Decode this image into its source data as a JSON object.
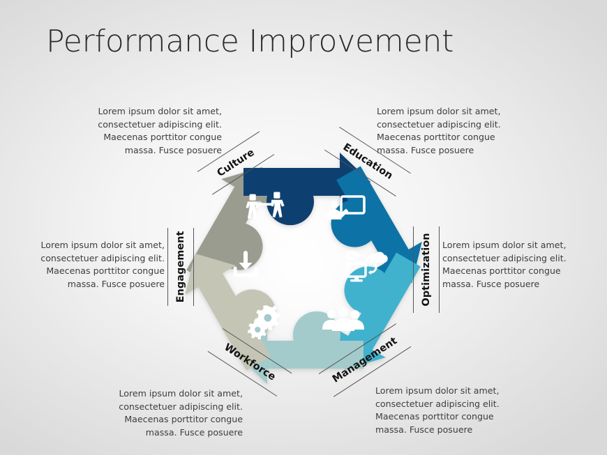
{
  "slide": {
    "title": "Performance Improvement",
    "background_color": "#f2f2f2"
  },
  "body_text": "Lorem ipsum dolor sit amet, consectetuer adipiscing elit. Maecenas porttitor  congue massa. Fusce posuere",
  "segments": [
    {
      "key": "culture",
      "label": "Culture",
      "color": "#9a9c90",
      "icon": "people-handshake-icon",
      "body": "Lorem ipsum dolor sit amet, consectetuer adipiscing elit. Maecenas porttitor  congue massa. Fusce posuere"
    },
    {
      "key": "education",
      "label": "Education",
      "color": "#11406f",
      "icon": "presenter-whiteboard-icon",
      "body": "Lorem ipsum dolor sit amet, consectetuer adipiscing elit. Maecenas porttitor  congue massa. Fusce posuere"
    },
    {
      "key": "optimization",
      "label": "Optimization",
      "color": "#1073a6",
      "icon": "cloud-computer-icon",
      "body": "Lorem ipsum dolor sit amet, consectetuer adipiscing elit. Maecenas porttitor  congue massa. Fusce posuere"
    },
    {
      "key": "management",
      "label": "Management",
      "color": "#3fb2ce",
      "icon": "people-group-icon",
      "body": "Lorem ipsum dolor sit amet, consectetuer adipiscing elit. Maecenas porttitor  congue massa. Fusce posuere"
    },
    {
      "key": "workforce",
      "label": "Workforce",
      "color": "#a3cbcb",
      "icon": "gears-icon",
      "body": "Lorem ipsum dolor sit amet, consectetuer adipiscing elit. Maecenas porttitor  congue massa. Fusce posuere"
    },
    {
      "key": "engagement",
      "label": "Engagement",
      "color": "#c5c5b6",
      "icon": "download-tray-icon",
      "body": "Lorem ipsum dolor sit amet, consectetuer adipiscing elit. Maecenas porttitor  congue massa. Fusce posuere"
    }
  ]
}
